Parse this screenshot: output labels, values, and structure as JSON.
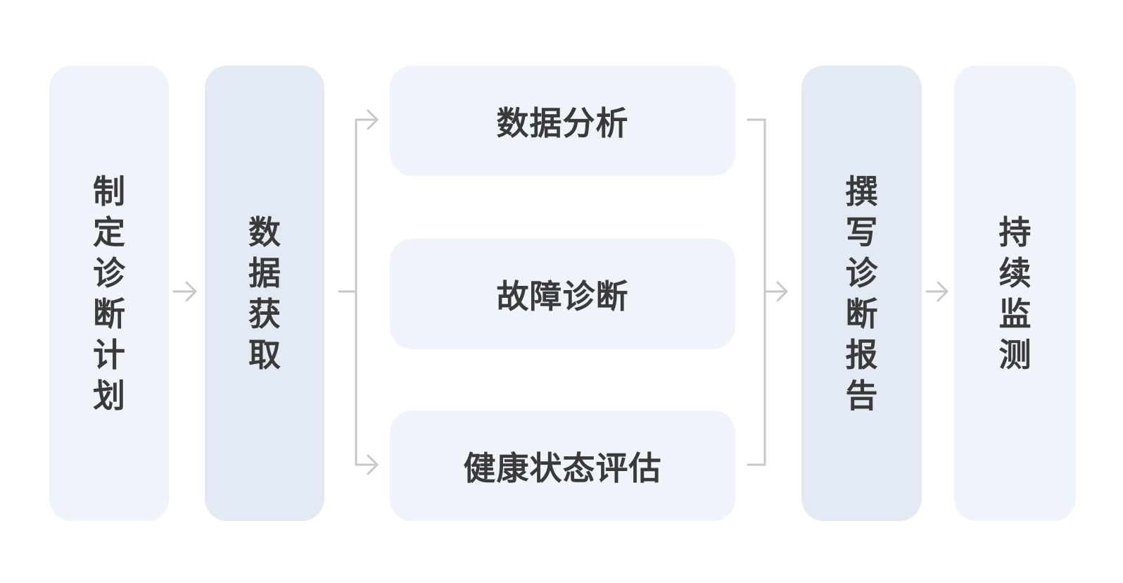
{
  "diagram": {
    "steps": [
      {
        "id": "plan",
        "label": "制定诊断计划"
      },
      {
        "id": "acquire",
        "label": "数据获取"
      },
      {
        "id": "analysis",
        "label": "数据分析"
      },
      {
        "id": "fault",
        "label": "故障诊断"
      },
      {
        "id": "health",
        "label": "健康状态评估"
      },
      {
        "id": "report",
        "label": "撰写诊断报告"
      },
      {
        "id": "monitor",
        "label": "持续监测"
      }
    ],
    "colors": {
      "box_light": "#eff3fa",
      "box_mid": "#e4eaf3",
      "text": "#3a3a3a",
      "connector": "#c8c8cc"
    }
  }
}
